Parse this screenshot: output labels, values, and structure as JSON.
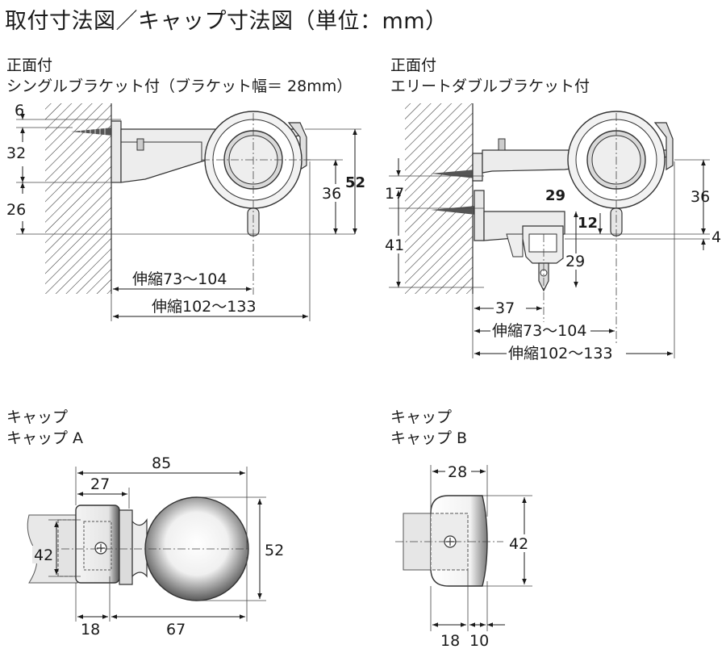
{
  "title": "取付寸法図／キャップ寸法図（単位：mm）",
  "single": {
    "label1": "正面付",
    "label2": "シングルブラケット付（ブラケット幅＝ 28mm）",
    "d6": "6",
    "d32": "32",
    "d26": "26",
    "d36": "36",
    "d52": "52",
    "ext1": "伸縮73～104",
    "ext2": "伸縮102～133"
  },
  "double": {
    "label1": "正面付",
    "label2": "エリートダブルブラケット付",
    "d17": "17",
    "d41": "41",
    "d29a": "29",
    "d12": "12",
    "d29b": "29",
    "d36": "36",
    "d4": "4",
    "d37": "37",
    "ext1": "伸縮73～104",
    "ext2": "伸縮102～133"
  },
  "capA": {
    "label1": "キャップ",
    "label2": "キャップ A",
    "d85": "85",
    "d27": "27",
    "d42": "42",
    "d52": "52",
    "d18": "18",
    "d67": "67"
  },
  "capB": {
    "label1": "キャップ",
    "label2": "キャップ B",
    "d28": "28",
    "d42": "42",
    "d18": "18",
    "d10": "10"
  }
}
